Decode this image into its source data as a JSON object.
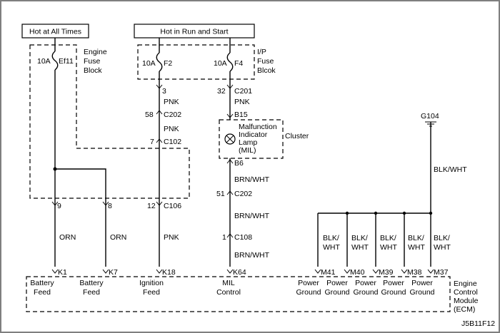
{
  "sources": {
    "hot_all_times": "Hot at All Times",
    "hot_run_start": "Hot in Run and Start"
  },
  "engine_fuse_block": {
    "label": [
      "Engine",
      "Fuse",
      "Block"
    ],
    "fuse_rating": "10A",
    "fuse_name": "Ef11"
  },
  "ip_fuse_block": {
    "label": [
      "I/P",
      "Fuse",
      "Blcok"
    ],
    "fuse1_rating": "10A",
    "fuse1_name": "F2",
    "fuse2_rating": "10A",
    "fuse2_name": "F4"
  },
  "connectors": {
    "c201_pin3": "3",
    "c201_pin32": "32",
    "c201": "C201",
    "c202_pin58": "58",
    "c202_top": "C202",
    "c102_pin7": "7",
    "c102": "C102",
    "b15": "B15",
    "b6": "B6",
    "c202_pin51": "51",
    "c202_bottom": "C202",
    "c106_pin9": "9",
    "c106_pin8": "8",
    "c106_pin12": "12",
    "c106": "C106",
    "c108_pin1": "1",
    "c108": "C108"
  },
  "wire_colors": {
    "pnk_1": "PNK",
    "pnk_2": "PNK",
    "pnk_3": "PNK",
    "pnk_4": "PNK",
    "brn_wht_1": "BRN/WHT",
    "brn_wht_2": "BRN/WHT",
    "brn_wht_3": "BRN/WHT",
    "orn_1": "ORN",
    "orn_2": "ORN",
    "blk_wht_main": "BLK/WHT",
    "blk_wht_split": [
      "BLK/",
      "WHT"
    ]
  },
  "cluster": {
    "label": "Cluster",
    "lamp_lines": [
      "Malfunction",
      "Indicator",
      "Lamp",
      "(MIL)"
    ]
  },
  "ground": {
    "label": "G104"
  },
  "ecm": {
    "label": [
      "Engine",
      "Control",
      "Module",
      "(ECM)"
    ],
    "pins": [
      {
        "pin": "K1",
        "name": [
          "Battery",
          "Feed"
        ]
      },
      {
        "pin": "K7",
        "name": [
          "Battery",
          "Feed"
        ]
      },
      {
        "pin": "K18",
        "name": [
          "Ignition",
          "Feed"
        ]
      },
      {
        "pin": "K64",
        "name": [
          "MIL",
          "Control"
        ]
      },
      {
        "pin": "M41",
        "name": [
          "Power",
          "Ground"
        ]
      },
      {
        "pin": "M40",
        "name": [
          "Power",
          "Ground"
        ]
      },
      {
        "pin": "M39",
        "name": [
          "Power",
          "Ground"
        ]
      },
      {
        "pin": "M38",
        "name": [
          "Power",
          "Ground"
        ]
      },
      {
        "pin": "M37",
        "name": [
          "Power",
          "Ground"
        ]
      }
    ]
  },
  "diagram_id": "J5B11F12",
  "colors": {
    "line": "#000000",
    "background": "#ffffff",
    "border": "#7f7f7f"
  }
}
